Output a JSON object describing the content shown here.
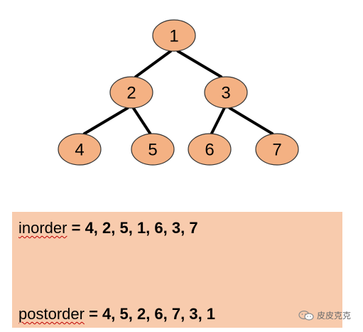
{
  "tree": {
    "nodes": [
      {
        "id": "n1",
        "label": "1"
      },
      {
        "id": "n2",
        "label": "2"
      },
      {
        "id": "n3",
        "label": "3"
      },
      {
        "id": "n4",
        "label": "4"
      },
      {
        "id": "n5",
        "label": "5"
      },
      {
        "id": "n6",
        "label": "6"
      },
      {
        "id": "n7",
        "label": "7"
      }
    ],
    "edges": [
      [
        "n1",
        "n2"
      ],
      [
        "n1",
        "n3"
      ],
      [
        "n2",
        "n4"
      ],
      [
        "n2",
        "n5"
      ],
      [
        "n3",
        "n6"
      ],
      [
        "n3",
        "n7"
      ]
    ],
    "node_fill": "#f4b183"
  },
  "traversals": {
    "inorder": {
      "name": "inorder",
      "values": "= 4, 2, 5, 1, 6, 3, 7"
    },
    "postorder": {
      "name": "postorder",
      "values": "=  4, 5, 2, 6, 7, 3, 1"
    }
  },
  "box_color": "#f8cbad",
  "watermark": {
    "text": "皮皮克克",
    "icon": "wechat-icon"
  }
}
